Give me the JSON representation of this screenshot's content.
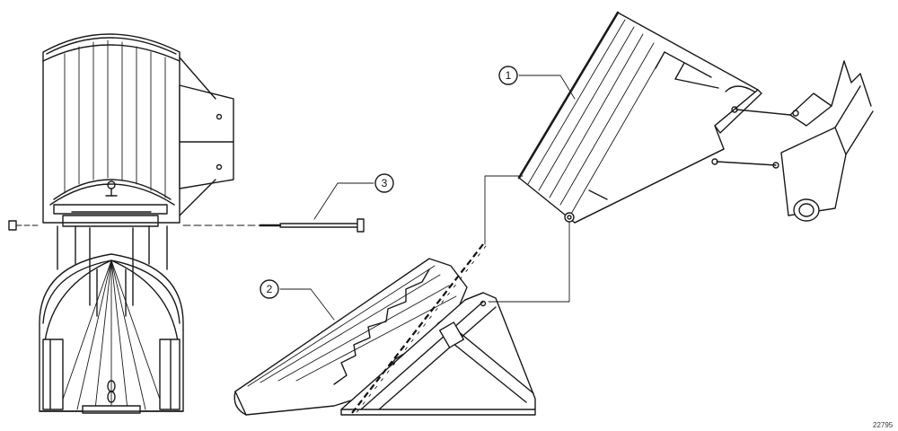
{
  "callouts": [
    {
      "id": "callout-1",
      "label": "1"
    },
    {
      "id": "callout-2",
      "label": "2"
    },
    {
      "id": "callout-3",
      "label": "3"
    }
  ],
  "drawing_code": "22795",
  "colors": {
    "line": "#1a1a1a",
    "background": "#ffffff"
  }
}
